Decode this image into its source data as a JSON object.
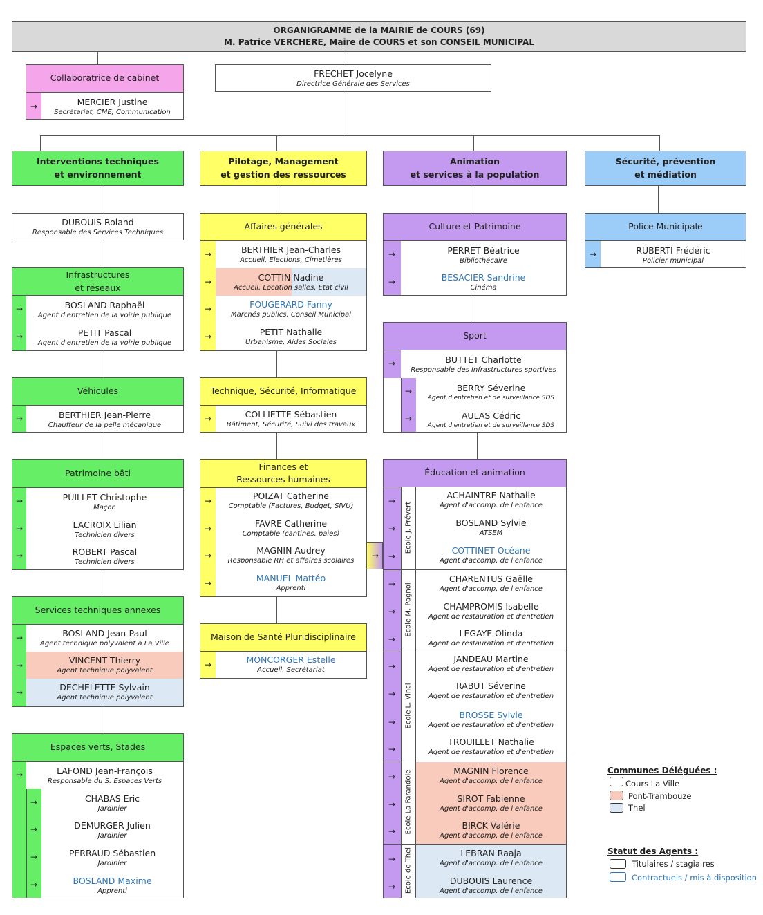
{
  "title": {
    "line1": "ORGANIGRAMME de la MAIRIE de COURS (69)",
    "line2": "M. Patrice VERCHERE, Maire de COURS et son CONSEIL MUNICIPAL"
  },
  "cabinet": {
    "header": "Collaboratrice de cabinet",
    "name": "MERCIER Justine",
    "role": "Secrétariat, CME, Communication"
  },
  "dgs": {
    "name": "FRECHET Jocelyne",
    "role": "Directrice Générale des Services"
  },
  "poles": {
    "tech": "Interventions techniques\net environnement",
    "pilot": "Pilotage, Management\net gestion des ressources",
    "anim": "Animation\net services à la population",
    "secu": "Sécurité, prévention\net médiation"
  },
  "tech": {
    "head": {
      "name": "DUBOUIS Roland",
      "role": "Responsable des Services Techniques"
    },
    "infra": {
      "header": "Infrastructures\net réseaux",
      "members": [
        {
          "name": "BOSLAND Raphaël",
          "role": "Agent d'entretien de la voirie publique"
        },
        {
          "name": "PETIT Pascal",
          "role": "Agent d'entretien de la voirie publique"
        }
      ]
    },
    "vehicules": {
      "header": "Véhicules",
      "members": [
        {
          "name": "BERTHIER Jean-Pierre",
          "role": "Chauffeur de la pelle mécanique"
        }
      ]
    },
    "patrimoine": {
      "header": "Patrimoine bâti",
      "members": [
        {
          "name": "PUILLET Christophe",
          "role": "Maçon"
        },
        {
          "name": "LACROIX Lilian",
          "role": "Technicien divers"
        },
        {
          "name": "ROBERT Pascal",
          "role": "Technicien divers"
        }
      ]
    },
    "annexes": {
      "header": "Services techniques annexes",
      "members": [
        {
          "name": "BOSLAND Jean-Paul",
          "role": "Agent technique polyvalent à La Ville"
        },
        {
          "name": "VINCENT Thierry",
          "role": "Agent technique polyvalent"
        },
        {
          "name": "DECHELETTE Sylvain",
          "role": "Agent technique polyvalent"
        }
      ]
    },
    "espaces": {
      "header": "Espaces verts, Stades",
      "lead": {
        "name": "LAFOND Jean-François",
        "role": "Responsable du S. Espaces Verts"
      },
      "members": [
        {
          "name": "CHABAS Eric",
          "role": "Jardinier"
        },
        {
          "name": "DEMURGER Julien",
          "role": "Jardinier"
        },
        {
          "name": "PERRAUD Sébastien",
          "role": "Jardinier"
        },
        {
          "name": "BOSLAND Maxime",
          "role": "Apprenti"
        }
      ]
    }
  },
  "pilot": {
    "affaires": {
      "header": "Affaires générales",
      "members": [
        {
          "name": "BERTHIER Jean-Charles",
          "role": "Accueil, Elections, Cimetières"
        },
        {
          "name": "COTTIN Nadine",
          "role": "Accueil, Location salles, Etat civil"
        },
        {
          "name": "FOUGERARD Fanny",
          "role": "Marchés publics, Conseil Municipal"
        },
        {
          "name": "PETIT Nathalie",
          "role": "Urbanisme, Aides Sociales"
        }
      ]
    },
    "technique": {
      "header": "Technique, Sécurité, Informatique",
      "members": [
        {
          "name": "COLLIETTE Sébastien",
          "role": "Bâtiment, Sécurité, Suivi des travaux"
        }
      ]
    },
    "finances": {
      "header": "Finances et\nRessources humaines",
      "members": [
        {
          "name": "POIZAT Catherine",
          "role": "Comptable (Factures, Budget, SIVU)"
        },
        {
          "name": "FAVRE Catherine",
          "role": "Comptable (cantines, paies)"
        },
        {
          "name": "MAGNIN Audrey",
          "role": "Responsable RH et affaires scolaires"
        },
        {
          "name": "MANUEL Mattéo",
          "role": "Apprenti"
        }
      ]
    },
    "sante": {
      "header": "Maison de Santé Pluridisciplinaire",
      "members": [
        {
          "name": "MONCORGER Estelle",
          "role": "Accueil, Secrétariat"
        }
      ]
    }
  },
  "anim": {
    "culture": {
      "header": "Culture et Patrimoine",
      "members": [
        {
          "name": "PERRET Béatrice",
          "role": "Bibliothécaire"
        },
        {
          "name": "BESACIER Sandrine",
          "role": "Cinéma"
        }
      ]
    },
    "sport": {
      "header": "Sport",
      "lead": {
        "name": "BUTTET Charlotte",
        "role": "Responsable des Infrastructures sportives"
      },
      "members": [
        {
          "name": "BERRY Séverine",
          "role": "Agent d'entretien et de surveillance SDS"
        },
        {
          "name": "AULAS Cédric",
          "role": "Agent d'entretien et de surveillance SDS"
        }
      ]
    },
    "education": {
      "header": "Éducation et animation",
      "schools": [
        {
          "label": "Ecole J. Prévert",
          "members": [
            {
              "name": "ACHAINTRE Nathalie",
              "role": "Agent d'accomp. de l'enfance"
            },
            {
              "name": "BOSLAND Sylvie",
              "role": "ATSEM"
            },
            {
              "name": "COTTINET Océane",
              "role": "Agent d'accomp. de l'enfance"
            }
          ]
        },
        {
          "label": "Ecole M. Pagnol",
          "members": [
            {
              "name": "CHARENTUS Gaëlle",
              "role": "Agent d'accomp. de l'enfance"
            },
            {
              "name": "CHAMPROMIS Isabelle",
              "role": "Agent de restauration et d'entretien"
            },
            {
              "name": "LEGAYE Olinda",
              "role": "Agent de restauration et d'entretien"
            }
          ]
        },
        {
          "label": "Ecole L. Vinci",
          "members": [
            {
              "name": "JANDEAU Martine",
              "role": "Agent de restauration et d'entretien"
            },
            {
              "name": "RABUT Séverine",
              "role": "Agent de restauration et d'entretien"
            },
            {
              "name": "BROSSE Sylvie",
              "role": "Agent de restauration et d'entretien"
            },
            {
              "name": "TROUILLET Nathalie",
              "role": "Agent de restauration et d'entretien"
            }
          ]
        },
        {
          "label": "Ecole La Farandole",
          "members": [
            {
              "name": "MAGNIN Florence",
              "role": "Agent d'accomp. de l'enfance"
            },
            {
              "name": "SIROT Fabienne",
              "role": "Agent d'accomp. de l'enfance"
            },
            {
              "name": "BIRCK Valérie",
              "role": "Agent d'accomp. de l'enfance"
            }
          ]
        },
        {
          "label": "Ecole de Thel",
          "members": [
            {
              "name": "LEBRAN Raaja",
              "role": "Agent d'accomp. de l'enfance"
            },
            {
              "name": "DUBOUIS Laurence",
              "role": "Agent d'accomp. de l'enfance"
            }
          ]
        }
      ]
    }
  },
  "secu": {
    "police": {
      "header": "Police Municipale",
      "members": [
        {
          "name": "RUBERTI Frédéric",
          "role": "Policier municipal"
        }
      ]
    }
  },
  "legend": {
    "communes_title": "Communes Déléguées :",
    "communes": [
      "Cours La Ville",
      "Pont-Trambouze",
      "Thel"
    ],
    "statut_title": "Statut des Agents :",
    "statut": [
      "Titulaires / stagiaires",
      "Contractuels / mis à disposition"
    ]
  },
  "colors": {
    "tech": "#66ee66",
    "pilot": "#ffff66",
    "anim": "#c39af0",
    "secu": "#9cccf8",
    "cabinet": "#f5a6ea",
    "pont_trambouze": "#f8cbbd",
    "thel": "#dce8f4",
    "contractuel": "#2e75b6"
  },
  "icons": {
    "arrow": "→"
  }
}
